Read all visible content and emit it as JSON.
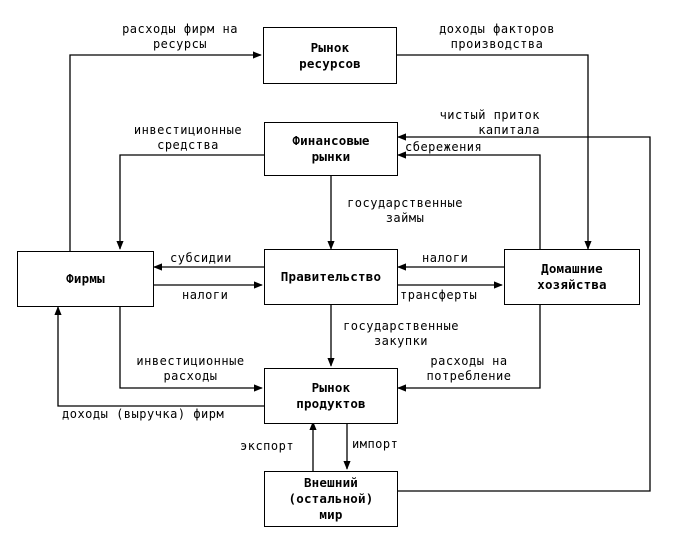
{
  "nodes": {
    "resource_market": [
      "Рынок",
      "ресурсов"
    ],
    "financial_markets": [
      "Финансовые",
      "рынки"
    ],
    "firms": [
      "Фирмы"
    ],
    "government": [
      "Правительство"
    ],
    "households": [
      "Домашние",
      "хозяйства"
    ],
    "product_market": [
      "Рынок",
      "продуктов"
    ],
    "external_world": [
      "Внешний",
      "(остальной)",
      "мир"
    ]
  },
  "flows": {
    "firm_resource_expenses": [
      "расходы фирм на",
      "ресурсы"
    ],
    "factor_income": [
      "доходы факторов",
      "производства"
    ],
    "net_capital_inflow": [
      "чистый приток",
      "капитала"
    ],
    "investment_funds": [
      "инвестиционные",
      "средства"
    ],
    "savings": [
      "сбережения"
    ],
    "government_loans": [
      "государственные",
      "займы"
    ],
    "subsidies": [
      "субсидии"
    ],
    "taxes_from_households": [
      "налоги"
    ],
    "taxes_from_firms": [
      "налоги"
    ],
    "transfers": [
      "трансферты"
    ],
    "government_purchases": [
      "государственные",
      "закупки"
    ],
    "investment_expenses": [
      "инвестиционные",
      "расходы"
    ],
    "consumption_expenses": [
      "расходы на",
      "потребление"
    ],
    "firm_revenue": [
      "доходы (выручка) фирм"
    ],
    "export": [
      "экспорт"
    ],
    "import": [
      "импорт"
    ]
  }
}
